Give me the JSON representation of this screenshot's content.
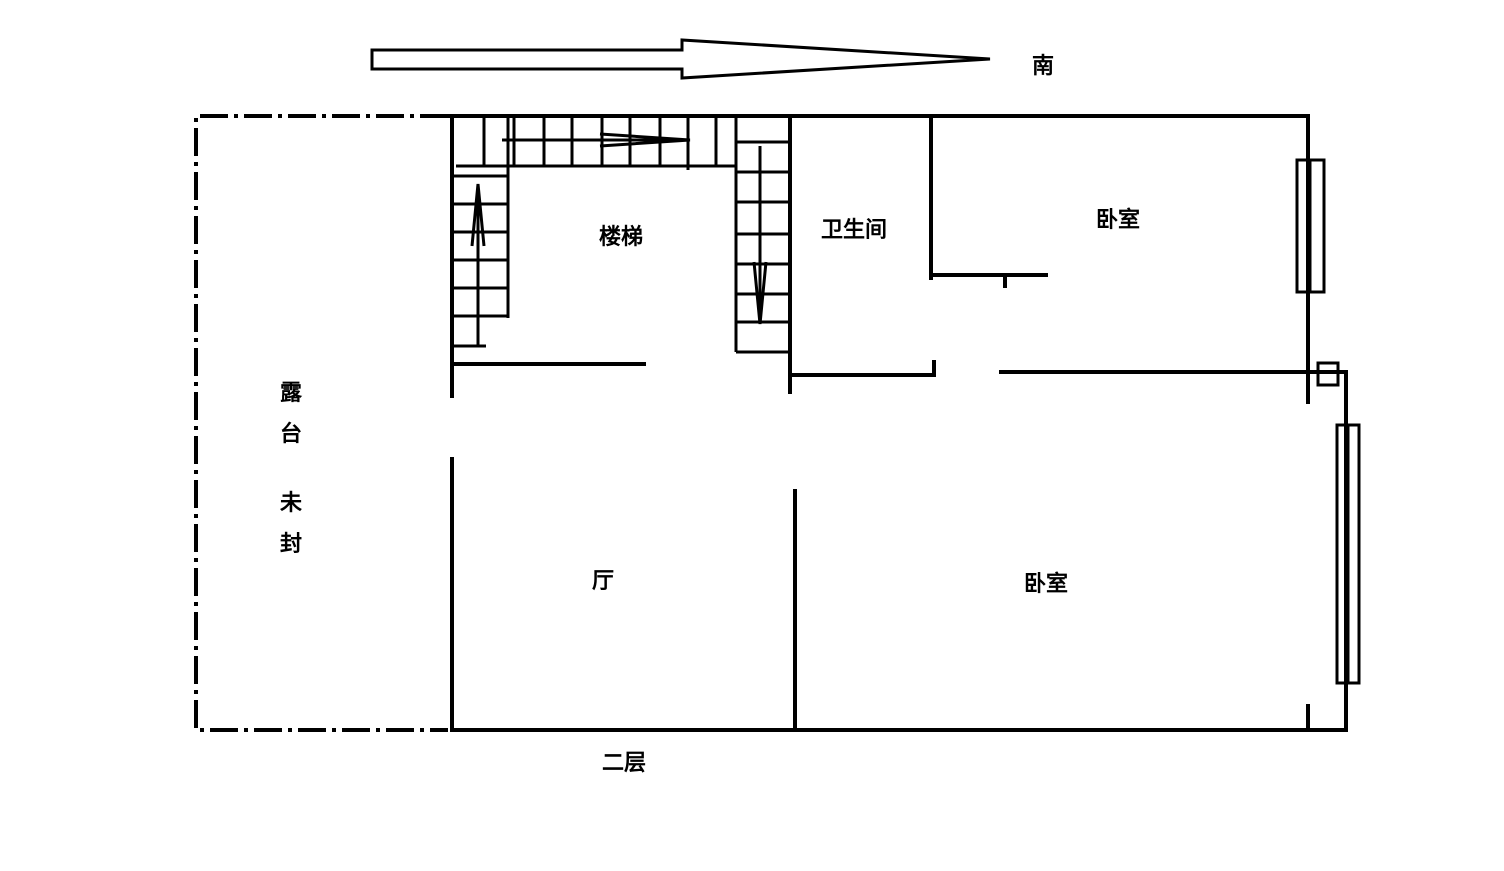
{
  "diagram": {
    "direction_label": "南",
    "floor_label": "二层",
    "rooms": {
      "stairs": "楼梯",
      "bathroom": "卫生间",
      "bedroom_top": "卧室",
      "bedroom_bottom": "卧室",
      "hall": "厅"
    },
    "terrace": {
      "line1": "露",
      "line2": "台",
      "line3": "未",
      "line4": "封"
    }
  }
}
